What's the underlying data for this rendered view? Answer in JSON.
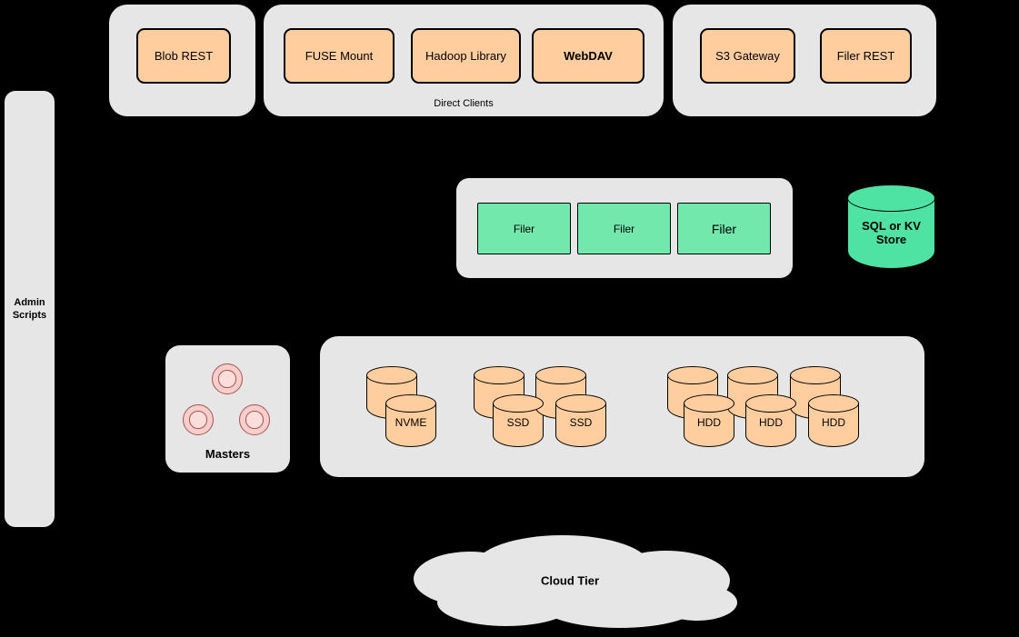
{
  "admin_scripts": {
    "label": "Admin\nScripts"
  },
  "client_groups": {
    "blob": {
      "boxes": [
        {
          "label": "Blob REST"
        }
      ]
    },
    "direct": {
      "caption": "Direct Clients",
      "boxes": [
        {
          "label": "FUSE Mount"
        },
        {
          "label": "Hadoop Library"
        },
        {
          "label": "WebDAV"
        }
      ]
    },
    "gateway": {
      "boxes": [
        {
          "label": "S3 Gateway"
        },
        {
          "label": "Filer REST"
        }
      ]
    }
  },
  "filer_cluster": {
    "boxes": [
      {
        "label": "Filer"
      },
      {
        "label": "Filer"
      },
      {
        "label": "Filer"
      }
    ]
  },
  "metadata_store": {
    "label": "SQL or KV Store"
  },
  "masters": {
    "caption": "Masters",
    "node_count": 3
  },
  "volume_servers": {
    "cylinders": [
      {
        "label": "NVME"
      },
      {
        "label": "SSD"
      },
      {
        "label": "SSD"
      },
      {
        "label": "HDD"
      },
      {
        "label": "HDD"
      },
      {
        "label": "HDD"
      }
    ]
  },
  "cloud_tier": {
    "label": "Cloud Tier"
  },
  "colors": {
    "background": "#000000",
    "container_gray": "#e6e6e6",
    "client_orange": "#ffcd9e",
    "filer_green": "#72e8ac",
    "store_green": "#4fe3a3",
    "master_pink": "#f8cecc",
    "master_stroke": "#a8524e"
  }
}
